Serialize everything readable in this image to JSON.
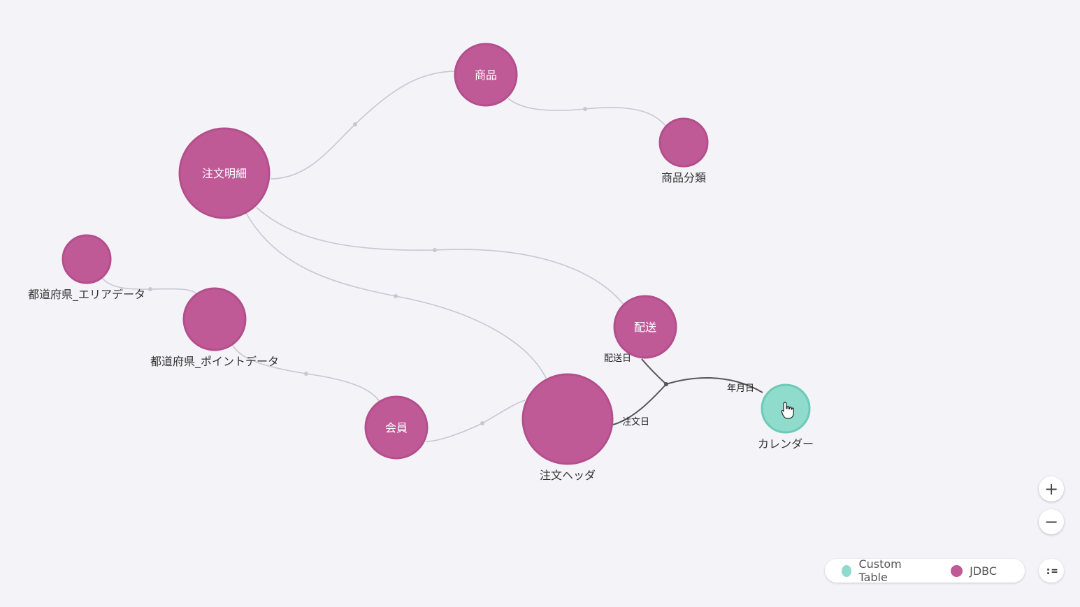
{
  "colors": {
    "jdbc": "#bf5a97",
    "jdbc_stroke": "#b34f8c",
    "custom": "#8fdbcc",
    "custom_stroke": "#6ccab8",
    "edge": "#c9c7cf",
    "edge_active": "#555555"
  },
  "nodes": [
    {
      "id": "shohin",
      "label": "商品",
      "type": "jdbc",
      "label_pos": "inside"
    },
    {
      "id": "shohin_bunrui",
      "label": "商品分類",
      "type": "jdbc",
      "label_pos": "below"
    },
    {
      "id": "chumon_meisai",
      "label": "注文明細",
      "type": "jdbc",
      "label_pos": "inside"
    },
    {
      "id": "todofuken_area",
      "label": "都道府県_エリアデータ",
      "type": "jdbc",
      "label_pos": "below"
    },
    {
      "id": "todofuken_point",
      "label": "都道府県_ポイントデータ",
      "type": "jdbc",
      "label_pos": "below"
    },
    {
      "id": "haiso",
      "label": "配送",
      "type": "jdbc",
      "label_pos": "inside"
    },
    {
      "id": "kaiin",
      "label": "会員",
      "type": "jdbc",
      "label_pos": "inside"
    },
    {
      "id": "chumon_header",
      "label": "注文ヘッダ",
      "type": "jdbc",
      "label_pos": "below"
    },
    {
      "id": "calendar",
      "label": "カレンダー",
      "type": "custom",
      "label_pos": "below"
    }
  ],
  "edges": [
    {
      "from": "chumon_meisai",
      "to": "shohin",
      "active": false
    },
    {
      "from": "shohin",
      "to": "shohin_bunrui",
      "active": false
    },
    {
      "from": "chumon_meisai",
      "to": "haiso",
      "active": false
    },
    {
      "from": "chumon_meisai",
      "to": "chumon_header",
      "active": false
    },
    {
      "from": "todofuken_area",
      "to": "todofuken_point",
      "active": false
    },
    {
      "from": "todofuken_point",
      "to": "kaiin",
      "active": false
    },
    {
      "from": "kaiin",
      "to": "chumon_header",
      "active": false
    }
  ],
  "active_join": {
    "edges": [
      {
        "from": "haiso",
        "label": "配送日"
      },
      {
        "from": "chumon_header",
        "label": "注文日"
      },
      {
        "from": "calendar",
        "label": "年月日"
      }
    ]
  },
  "legend": {
    "items": [
      {
        "label": "Custom Table",
        "type": "custom"
      },
      {
        "label": "JDBC",
        "type": "jdbc"
      }
    ]
  },
  "controls": {
    "zoom_in": "+",
    "zoom_out": "−",
    "list_icon": ":="
  }
}
